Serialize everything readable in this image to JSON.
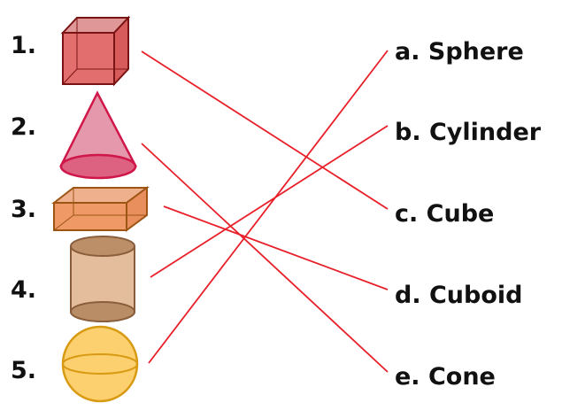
{
  "numbers": [
    "1.",
    "2.",
    "3.",
    "4.",
    "5."
  ],
  "shapes": [
    "cube-icon",
    "cone-icon",
    "cuboid-icon",
    "cylinder-icon",
    "sphere-icon"
  ],
  "answers": [
    "a. Sphere",
    "b. Cylinder",
    "c. Cube",
    "d. Cuboid",
    "e. Cone"
  ],
  "matches": [
    {
      "from": 1,
      "to": "c"
    },
    {
      "from": 2,
      "to": "e"
    },
    {
      "from": 3,
      "to": "d"
    },
    {
      "from": 4,
      "to": "b"
    },
    {
      "from": 5,
      "to": "a"
    }
  ],
  "colors": {
    "line": "#e8202a",
    "cube": "#e06666",
    "cone": "#e597ab",
    "cuboid": "#ee9966",
    "cylinder": "#e4bd9d",
    "sphere": "#fdd06f"
  }
}
